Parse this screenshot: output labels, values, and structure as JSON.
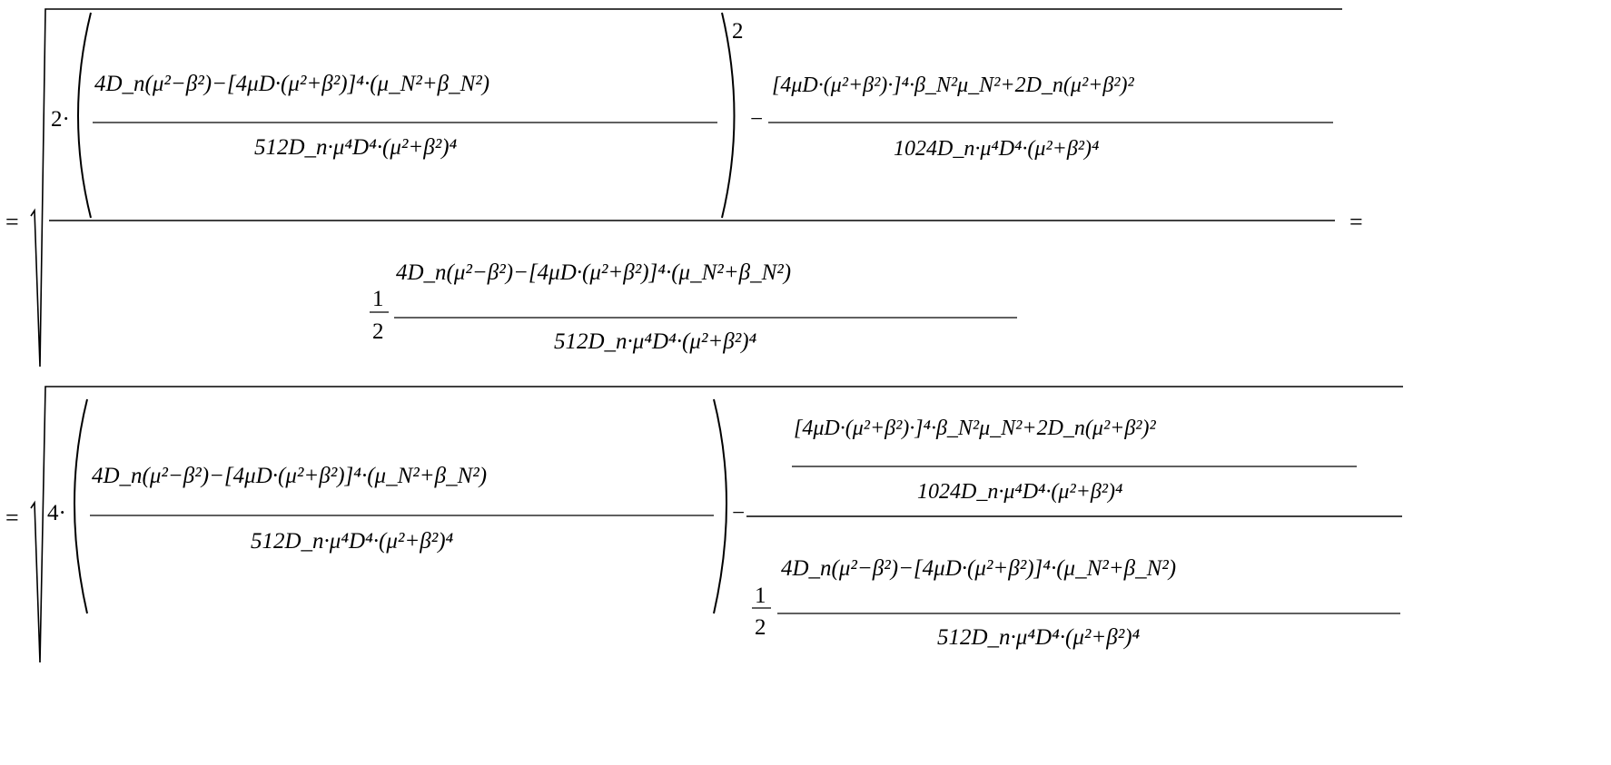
{
  "equation": {
    "equals": "=",
    "line1": {
      "outer_coefficient": "2·",
      "exponent": "2",
      "frac1_numerator": "4D_n(μ²−β²)−[4μD·(μ²+β²)]⁴·(μ_N²+β_N²)",
      "frac1_denominator": "512D_n·μ⁴D⁴·(μ²+β²)⁴",
      "minus": "−",
      "frac2_numerator": "[4μD·(μ²+β²)·]⁴·β_N²μ_N²+2D_n(μ²+β²)²",
      "frac2_denominator": "1024D_n·μ⁴D⁴·(μ²+β²)⁴",
      "half": {
        "num": "1",
        "den": "2"
      },
      "lower_numerator": "4D_n(μ²−β²)−[4μD·(μ²+β²)]⁴·(μ_N²+β_N²)",
      "lower_denominator": "512D_n·μ⁴D⁴·(μ²+β²)⁴",
      "trailing_equals": "="
    },
    "line2": {
      "outer_coefficient": "4·",
      "frac1_numerator": "4D_n(μ²−β²)−[4μD·(μ²+β²)]⁴·(μ_N²+β_N²)",
      "frac1_denominator": "512D_n·μ⁴D⁴·(μ²+β²)⁴",
      "minus": "−",
      "upper_numerator": "[4μD·(μ²+β²)·]⁴·β_N²μ_N²+2D_n(μ²+β²)²",
      "upper_denominator": "1024D_n·μ⁴D⁴·(μ²+β²)⁴",
      "half": {
        "num": "1",
        "den": "2"
      },
      "lower_numerator": "4D_n(μ²−β²)−[4μD·(μ²+β²)]⁴·(μ_N²+β_N²)",
      "lower_denominator": "512D_n·μ⁴D⁴·(μ²+β²)⁴"
    }
  }
}
